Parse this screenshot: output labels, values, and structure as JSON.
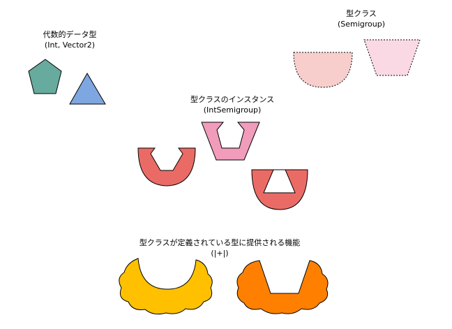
{
  "labels": {
    "algebraic_data_type": {
      "line1": "代数的データ型",
      "line2": "(Int, Vector2)"
    },
    "type_class": {
      "line1": "型クラス",
      "line2": "(Semigroup)"
    },
    "type_class_instance": {
      "line1": "型クラスのインスタンス",
      "line2": "(IntSemigroup)"
    },
    "type_class_function": {
      "line1": "型クラスが定義されている型に提供される機能",
      "line2": "(|+|)"
    }
  },
  "colors": {
    "pentagon": "#67AB9F",
    "triangle": "#7EA6E0",
    "semicircle_class": "#F8CECC",
    "trapezoid_class": "#FAD9E5",
    "instance_red": "#EA6B66",
    "instance_pink": "#F19CBB",
    "function_yellow": "#FFC000",
    "function_orange": "#FF8000",
    "outline": "#000000"
  }
}
